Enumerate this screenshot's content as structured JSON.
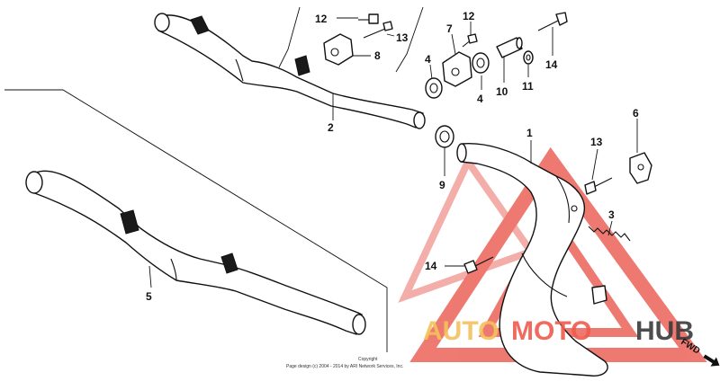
{
  "callouts": {
    "c12a": "12",
    "c13a": "13",
    "c8": "8",
    "c7": "7",
    "c12b": "12",
    "c4a": "4",
    "c4b": "4",
    "c10": "10",
    "c11": "11",
    "c14a": "14",
    "c2": "2",
    "c6": "6",
    "c1": "1",
    "c13b": "13",
    "c9": "9",
    "c3": "3",
    "c14b": "14",
    "c5": "5"
  },
  "watermark": {
    "auto": "AUTO",
    "moto": "MOTO",
    "hub": "HUB",
    "auto_color": "#f5c25a",
    "moto_color": "#ee5b4c",
    "hub_color": "#3a3a3a"
  },
  "copyright": {
    "line1": "Copyright",
    "line2": "Page design (c) 2004 - 2014 by ARI Network Services, Inc."
  },
  "fwd_label": "FWD"
}
